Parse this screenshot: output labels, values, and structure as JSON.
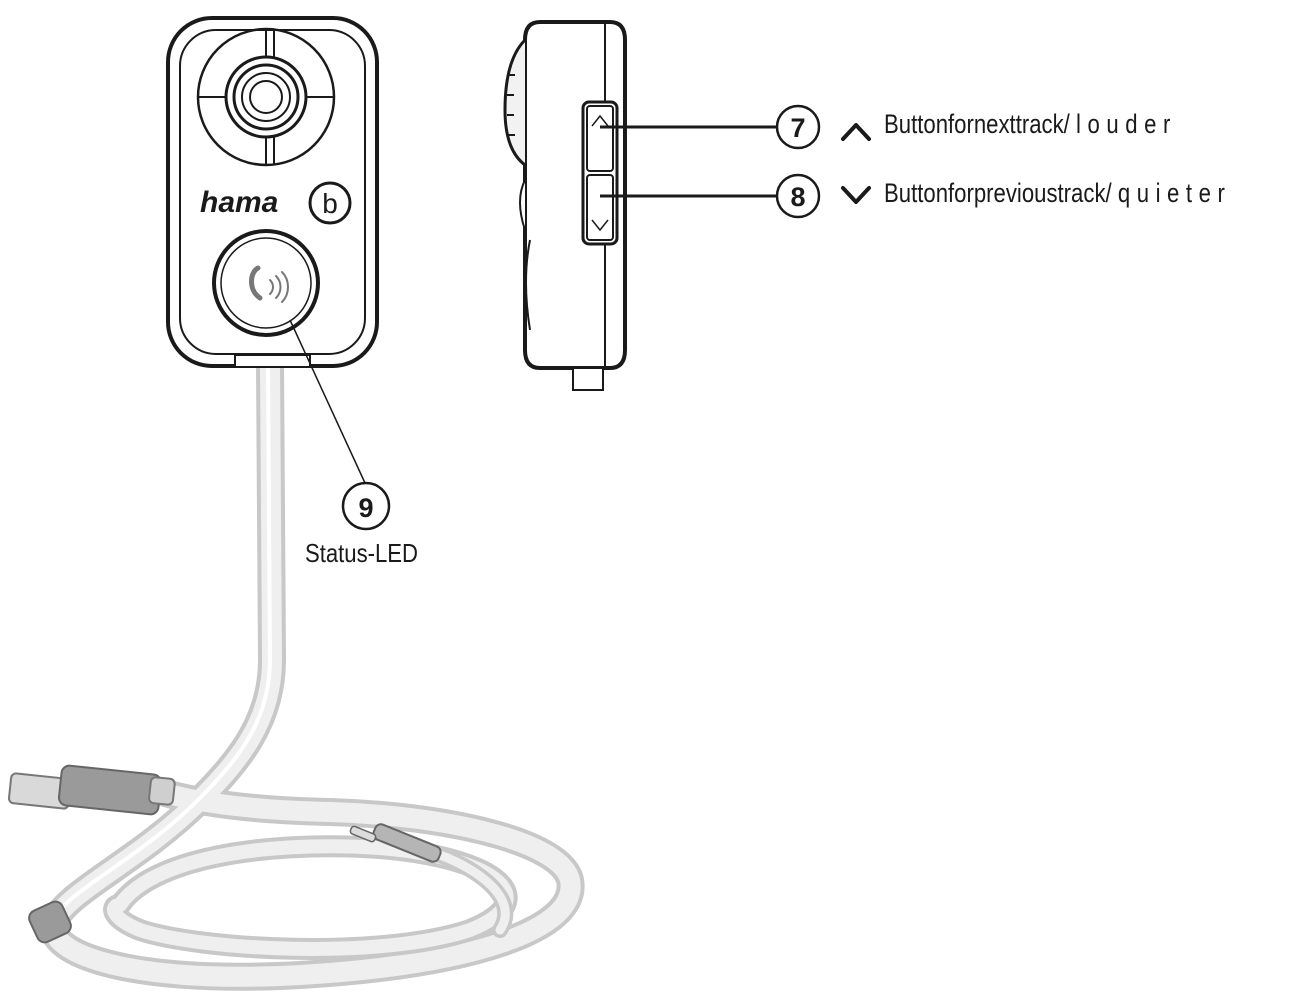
{
  "brand": {
    "logo_text": "hama",
    "badge_letter": "b"
  },
  "callouts": [
    {
      "number": "7",
      "arrow": "chevron-up-icon",
      "text": "Buttonfornexttrack/",
      "suffix": "louder"
    },
    {
      "number": "8",
      "arrow": "chevron-down-icon",
      "text": "Buttonforprevioustrack/",
      "suffix": "quieter"
    },
    {
      "number": "9",
      "text": "Status-LED"
    }
  ],
  "colors": {
    "line": "#1a1a1a",
    "cable": "#cfcfcf",
    "plug": "#8a8a8a"
  }
}
